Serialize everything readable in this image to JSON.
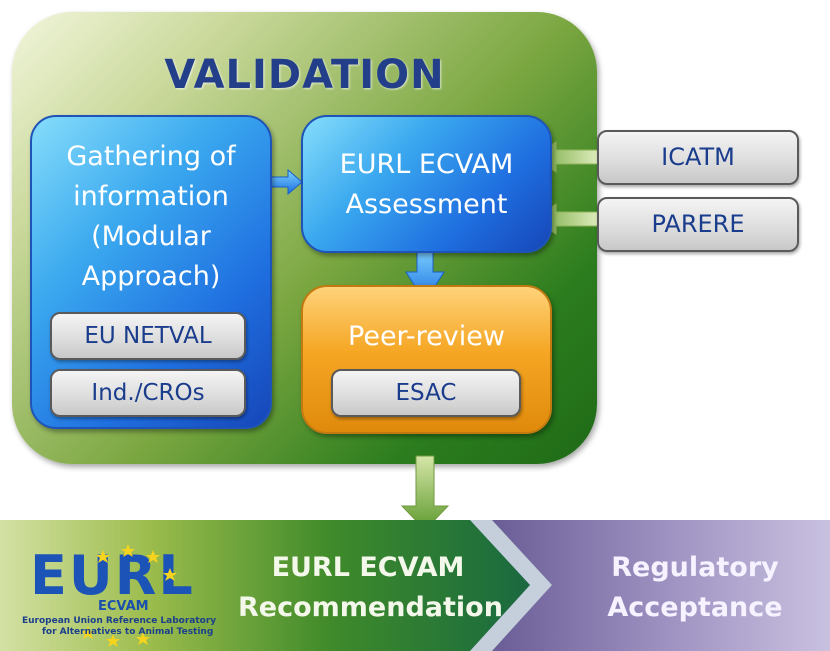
{
  "validation": {
    "title": "VALIDATION",
    "gathering": {
      "lines": [
        "Gathering of",
        "information",
        "(Modular",
        "Approach)"
      ],
      "sub_buttons": [
        "EU NETVAL",
        "Ind./CROs"
      ]
    },
    "assessment": {
      "lines": [
        "EURL ECVAM",
        "Assessment"
      ]
    },
    "peer_review": {
      "label": "Peer-review",
      "sub_button": "ESAC"
    }
  },
  "external_inputs": [
    "ICATM",
    "PARERE"
  ],
  "bottom": {
    "recommendation_lines": [
      "EURL ECVAM",
      "Recommendation"
    ],
    "regulatory_lines": [
      "Regulatory",
      "Acceptance"
    ]
  },
  "logo": {
    "letters": "EURL",
    "ecvam": "ECVAM",
    "sub_line1": "European Union Reference Laboratory",
    "sub_line2": "for Alternatives to Animal Testing"
  },
  "colors": {
    "title_blue": "#243f8a",
    "box_blue": "#1f6fe0",
    "box_orange": "#f5a623",
    "panel_green": "#2c7d1e",
    "button_text": "#1a3c8c"
  }
}
